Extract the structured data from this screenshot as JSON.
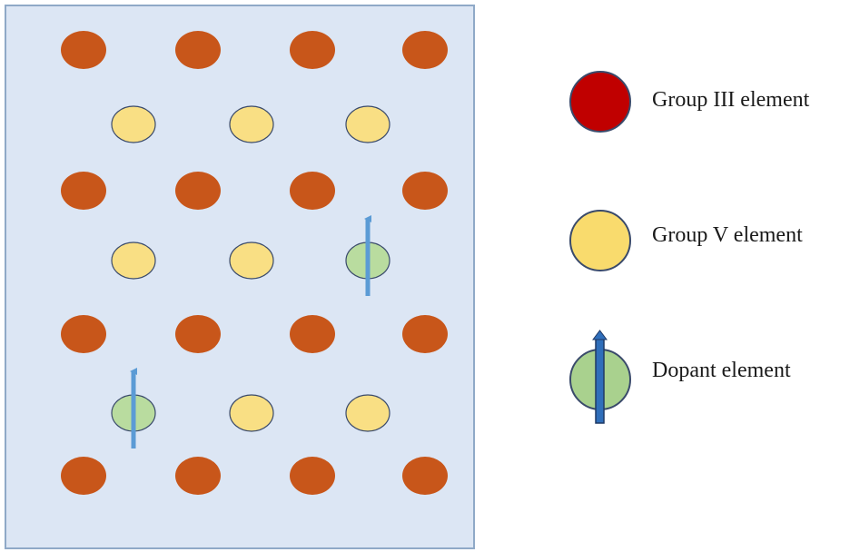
{
  "colors": {
    "panel_fill": "#dce6f4",
    "panel_border": "#8fa9c7",
    "group3_lattice": "#c8561a",
    "group3_legend": "#c00000",
    "group5": "#f9df84",
    "group5_legend": "#f9db6d",
    "dopant": "#b9dc9f",
    "dopant_legend": "#a9d18e",
    "arrow": "#5b9bd5",
    "arrow_legend": "#2f6eba",
    "atom_outline": "#3a4a6b"
  },
  "lattice": {
    "group3_rows": [
      {
        "row": 0,
        "cols": [
          0,
          1,
          2,
          3
        ]
      },
      {
        "row": 2,
        "cols": [
          0,
          1,
          2,
          3
        ]
      },
      {
        "row": 4,
        "cols": [
          0,
          1,
          2,
          3
        ]
      },
      {
        "row": 6,
        "cols": [
          0,
          1,
          2,
          3
        ]
      }
    ],
    "group5_rows": [
      {
        "row": 1,
        "cols": [
          0,
          1,
          2
        ]
      },
      {
        "row": 3,
        "cols": [
          0,
          1
        ]
      },
      {
        "row": 5,
        "cols": [
          1,
          2
        ]
      }
    ],
    "dopants": [
      {
        "row": 3,
        "col": 2
      },
      {
        "row": 5,
        "col": 0
      }
    ]
  },
  "legend": {
    "group3": {
      "label": "Group III element",
      "icon": "red-circle-icon"
    },
    "group5": {
      "label": "Group V element",
      "icon": "yellow-circle-icon"
    },
    "dopant": {
      "label": "Dopant element",
      "icon": "green-circle-with-arrow-icon"
    }
  }
}
